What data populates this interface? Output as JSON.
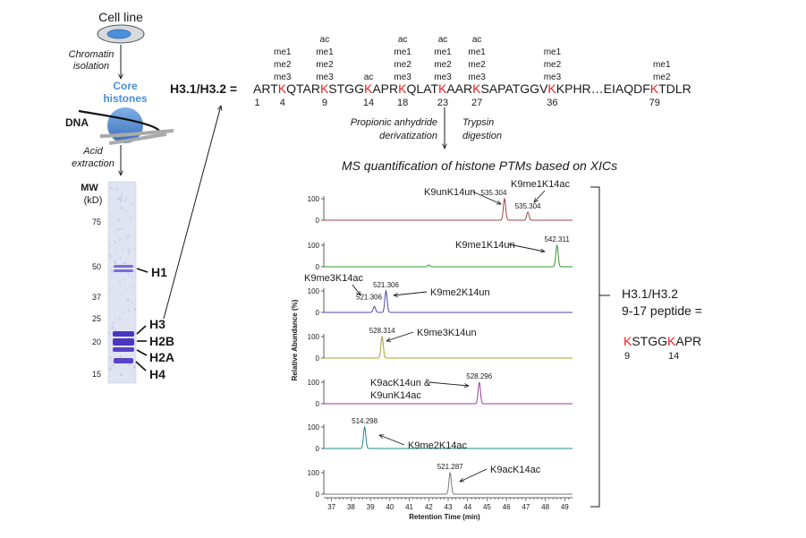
{
  "workflow": {
    "cell_line": "Cell line",
    "chromatin_isolation": [
      "Chromatin",
      "isolation"
    ],
    "core_histones": [
      "Core",
      "histones"
    ],
    "dna": "DNA",
    "acid_extraction": [
      "Acid",
      "extraction"
    ],
    "colors": {
      "dish_fill": "#d7d9dd",
      "dish_cells": "#4a90d9",
      "core_text": "#4a90d9",
      "nucleosome": "#4a7fc8"
    }
  },
  "gel": {
    "mw_label": [
      "MW",
      "(kD)"
    ],
    "ladder": [
      "75",
      "50",
      "37",
      "25",
      "20",
      "15"
    ],
    "bands": [
      "H1",
      "H3",
      "H2B",
      "H2A",
      "H4"
    ],
    "colors": {
      "lane": "#dfe3f2",
      "band": "#5742c8"
    }
  },
  "sequence": {
    "prefix": "H3.1/H3.2 =",
    "segments": [
      {
        "text": "ART",
        "k": false
      },
      {
        "text": "K",
        "k": true
      },
      {
        "text": "QTAR",
        "k": false
      },
      {
        "text": "K",
        "k": true
      },
      {
        "text": "STGG",
        "k": false
      },
      {
        "text": "K",
        "k": true
      },
      {
        "text": "APR",
        "k": false
      },
      {
        "text": "K",
        "k": true
      },
      {
        "text": "QLAT",
        "k": false
      },
      {
        "text": "K",
        "k": true
      },
      {
        "text": "AAR",
        "k": false
      },
      {
        "text": "K",
        "k": true
      },
      {
        "text": "SAPATGGV",
        "k": false
      },
      {
        "text": "K",
        "k": true
      },
      {
        "text": "KPHR…EIAQDF",
        "k": false
      },
      {
        "text": "K",
        "k": true
      },
      {
        "text": "TDLR",
        "k": false
      }
    ],
    "positions": [
      "1",
      "4",
      "9",
      "14",
      "18",
      "23",
      "27",
      "36",
      "79"
    ],
    "mods": [
      [
        "me1",
        "me2",
        "me3"
      ],
      [
        "ac",
        "me1",
        "me2",
        "me3"
      ],
      [
        "ac"
      ],
      [
        "ac",
        "me1",
        "me2",
        "me3"
      ],
      [
        "ac",
        "me1",
        "me2",
        "me3"
      ],
      [
        "ac",
        "me1",
        "me2",
        "me3"
      ],
      [
        "me1",
        "me2",
        "me3"
      ],
      [
        "me1",
        "me2"
      ]
    ],
    "k_color": "#e8211c"
  },
  "steps": {
    "left": [
      "Propionic anhydride",
      "derivatization"
    ],
    "right": [
      "Trypsin",
      "digestion"
    ]
  },
  "ms_title": "MS quantification of histone PTMs based on XICs",
  "chart_data": {
    "type": "line",
    "xlabel": "Retention Time (min)",
    "ylabel": "Relative Abundance (%)",
    "xlim": [
      36.6,
      49.4
    ],
    "x_ticks": [
      "37",
      "38",
      "39",
      "40",
      "41",
      "42",
      "43",
      "44",
      "45",
      "46",
      "47",
      "48",
      "49"
    ],
    "y_ticks": [
      "0",
      "100"
    ],
    "panels": [
      {
        "color": "#a04545",
        "peaks": [
          {
            "x": 45.9,
            "h": 100,
            "label": "535.304"
          },
          {
            "x": 47.1,
            "h": 38,
            "label": "535.304"
          }
        ],
        "annotations": [
          "K9unK14un",
          "K9me1K14ac"
        ]
      },
      {
        "color": "#2f9a2f",
        "peaks": [
          {
            "x": 48.6,
            "h": 100,
            "label": "542.311"
          },
          {
            "x": 42.0,
            "h": 8,
            "label": ""
          }
        ],
        "annotations": [
          "K9me1K14un"
        ]
      },
      {
        "color": "#4848a8",
        "peaks": [
          {
            "x": 39.2,
            "h": 28,
            "label": "521.306"
          },
          {
            "x": 39.8,
            "h": 100,
            "label": "521.306"
          }
        ],
        "annotations": [
          "K9me3K14ac",
          "K9me2K14un"
        ]
      },
      {
        "color": "#a5a52c",
        "peaks": [
          {
            "x": 39.6,
            "h": 100,
            "label": "528.314"
          }
        ],
        "annotations": [
          "K9me3K14un"
        ]
      },
      {
        "color": "#9a3d9a",
        "peaks": [
          {
            "x": 44.6,
            "h": 100,
            "label": "528.296"
          }
        ],
        "annotations": [
          "K9acK14un &",
          "K9unK14ac"
        ]
      },
      {
        "color": "#1e8a8a",
        "peaks": [
          {
            "x": 38.7,
            "h": 100,
            "label": "514.298"
          }
        ],
        "annotations": [
          "K9me2K14ac"
        ]
      },
      {
        "color": "#7a7a7a",
        "peaks": [
          {
            "x": 43.1,
            "h": 100,
            "label": "521.287"
          }
        ],
        "annotations": [
          "K9acK14ac"
        ]
      }
    ]
  },
  "peptide": {
    "label": [
      "H3.1/H3.2",
      "9-17 peptide ="
    ],
    "segments": [
      {
        "text": "K",
        "k": true
      },
      {
        "text": "STGG",
        "k": false
      },
      {
        "text": "K",
        "k": true
      },
      {
        "text": "APR",
        "k": false
      }
    ],
    "positions": [
      "9",
      "14"
    ]
  }
}
